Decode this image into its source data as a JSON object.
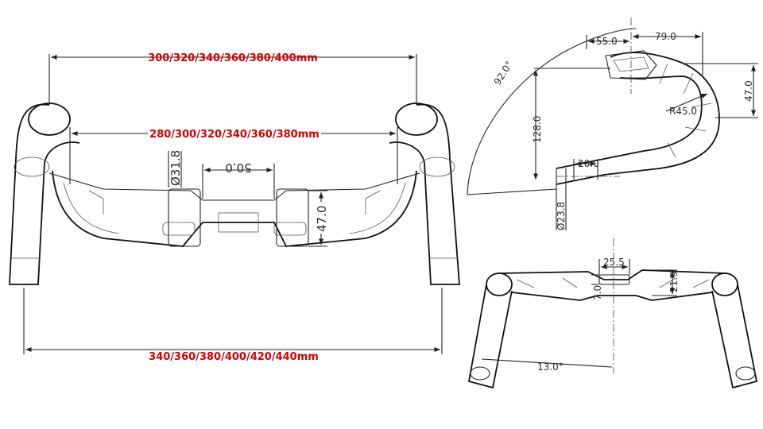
{
  "front_view": {
    "top_width": "300/320/340/360/380/400mm",
    "hood_width": "280/300/320/340/360/380mm",
    "drop_width": "340/360/380/400/420/440mm",
    "clamp_diameter": "Ø31.8",
    "center_width": "50.0",
    "bar_height": "47.0"
  },
  "side_view": {
    "reach": "79.0",
    "offset": "55.0",
    "drop": "128.0",
    "drop_angle": "92.0°",
    "top_height": "47.0",
    "bend_radius": "R45.0",
    "ramp": "20.0",
    "end_diameter": "Ø23.8"
  },
  "top_view": {
    "slot_width": "25.5",
    "slot_height": "7.0",
    "rise": "21.9",
    "flare": "13.0°"
  },
  "colors": {
    "accent": "#d40000",
    "line": "#222222"
  }
}
